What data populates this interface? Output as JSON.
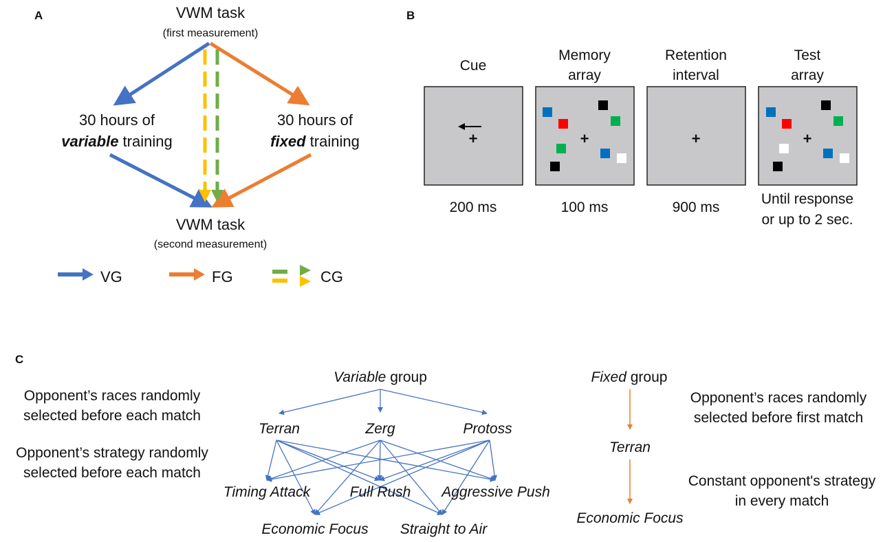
{
  "panels": {
    "a": "A",
    "b": "B",
    "c": "C"
  },
  "colors": {
    "vg": "#4472c4",
    "fg": "#ed7d31",
    "cg_green": "#70ad47",
    "cg_yellow": "#ffc000",
    "screen": "#c8c8ca",
    "blue_sq": "#0070c0",
    "red_sq": "#ff0000",
    "green_sq": "#00b050"
  },
  "panel_a": {
    "top_title": "VWM task",
    "top_sub": "(first measurement)",
    "left_line1": "30 hours of",
    "left_bold": "variable",
    "left_rest": " training",
    "right_line1": "30 hours of",
    "right_bold": "fixed",
    "right_rest": " training",
    "bottom_title": "VWM task",
    "bottom_sub": "(second measurement)",
    "legend": {
      "vg": "VG",
      "fg": "FG",
      "cg": "CG"
    }
  },
  "panel_b": {
    "frames": [
      {
        "label1": "Cue",
        "label2": "",
        "duration1": "200 ms",
        "duration2": ""
      },
      {
        "label1": "Memory",
        "label2": "array",
        "duration1": "100 ms",
        "duration2": ""
      },
      {
        "label1": "Retention",
        "label2": "interval",
        "duration1": "900 ms",
        "duration2": ""
      },
      {
        "label1": "Test",
        "label2": "array",
        "duration1": "Until response",
        "duration2": "or up to 2 sec."
      }
    ],
    "fixation": "+"
  },
  "panel_c": {
    "left_note1_l1": "Opponent’s races randomly",
    "left_note1_l2": "selected before each match",
    "left_note2_l1": "Opponent’s strategy randomly",
    "left_note2_l2": "selected before each match",
    "variable_title_it": "Variable",
    "variable_title_rest": " group",
    "races": [
      "Terran",
      "Zerg",
      "Protoss"
    ],
    "strategies_top": [
      "Timing Attack",
      "Full Rush",
      "Aggressive Push"
    ],
    "strategies_bottom": [
      "Economic Focus",
      "Straight to Air"
    ],
    "fixed_title_it": "Fixed",
    "fixed_title_rest": " group",
    "fixed_race": "Terran",
    "fixed_strategy": "Economic Focus",
    "right_note1_l1": "Opponent’s races randomly",
    "right_note1_l2": "selected before first match",
    "right_note2_l1": "Constant opponent's strategy",
    "right_note2_l2": "in every match"
  }
}
